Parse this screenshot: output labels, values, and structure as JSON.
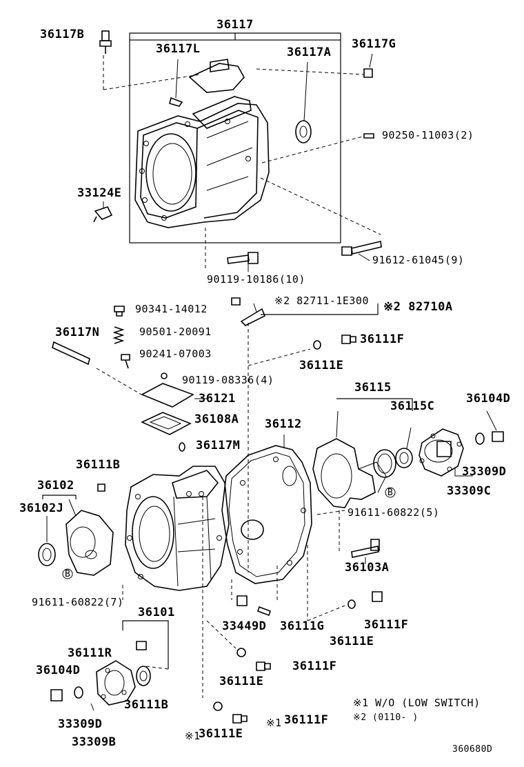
{
  "diagram_id": "360680D",
  "labels": {
    "p36117B": "36117B",
    "p36117": "36117",
    "p36117L": "36117L",
    "p36117A": "36117A",
    "p36117G": "36117G",
    "p90250": "90250-11003(2)",
    "p33124E": "33124E",
    "p91612": "91612-61045(9)",
    "p90119a": "90119-10186(10)",
    "p90341": "90341-14012",
    "p82711": "※2 82711-1E300",
    "p82710A": "※2 82710A",
    "p36117N": "36117N",
    "p90501": "90501-20091",
    "p36111F_1": "36111F",
    "p90241": "90241-07003",
    "p36111E_1": "36111E",
    "p90119b": "90119-08336(4)",
    "p36115": "36115",
    "p36121": "36121",
    "p36115C": "36115C",
    "p36104D_1": "36104D",
    "p36108A": "36108A",
    "p36112": "36112",
    "p36117M": "36117M",
    "p33309D_1": "33309D",
    "p36111B_1": "36111B",
    "p33309C": "33309C",
    "p36102": "36102",
    "p91611a": "91611-60822(5)",
    "p36102J": "36102J",
    "p36103A": "36103A",
    "p91611b": "91611-60822(7)",
    "p36101": "36101",
    "p33449D": "33449D",
    "p36111G": "36111G",
    "p36111F_2": "36111F",
    "p36111E_2": "36111E",
    "p36111R": "36111R",
    "p36111F_3": "36111F",
    "p36104D_2": "36104D",
    "p36111E_3": "36111E",
    "p36111B_2": "36111B",
    "p33309D_2": "33309D",
    "p36111F_4": "36111F",
    "p36111E_4": "36111E",
    "p33309B": "33309B",
    "note1": "※1 W/O (LOW SWITCH)",
    "note2": "※2 (0110-          )"
  },
  "markers": {
    "b_circle": "B",
    "star1": "※1",
    "star2": "※2"
  },
  "colors": {
    "ink": "#000000",
    "background": "#ffffff"
  }
}
